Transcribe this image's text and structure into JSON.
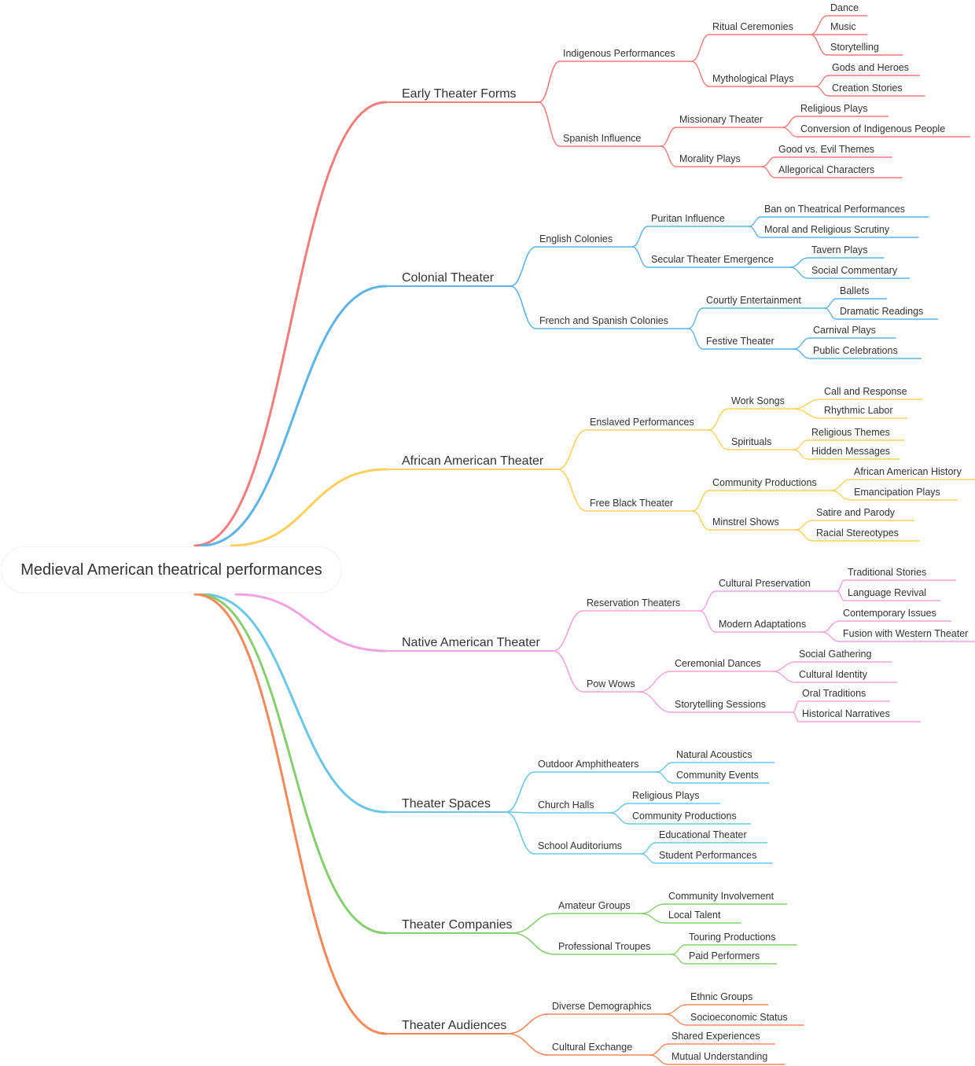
{
  "root": "Medieval American theatrical performances",
  "branches": [
    {
      "label": "Early Theater Forms",
      "color": "#f47c7c",
      "children": [
        {
          "label": "Indigenous Performances",
          "children": [
            {
              "label": "Ritual Ceremonies",
              "children": [
                "Dance",
                "Music",
                "Storytelling"
              ]
            },
            {
              "label": "Mythological Plays",
              "children": [
                "Gods and Heroes",
                "Creation Stories"
              ]
            }
          ]
        },
        {
          "label": "Spanish Influence",
          "children": [
            {
              "label": "Missionary Theater",
              "children": [
                "Religious Plays",
                "Conversion of Indigenous People"
              ]
            },
            {
              "label": "Morality Plays",
              "children": [
                "Good vs. Evil Themes",
                "Allegorical Characters"
              ]
            }
          ]
        }
      ]
    },
    {
      "label": "Colonial Theater",
      "color": "#5db4e6",
      "children": [
        {
          "label": "English Colonies",
          "children": [
            {
              "label": "Puritan Influence",
              "children": [
                "Ban on Theatrical Performances",
                "Moral and Religious Scrutiny"
              ]
            },
            {
              "label": "Secular Theater Emergence",
              "children": [
                "Tavern Plays",
                "Social Commentary"
              ]
            }
          ]
        },
        {
          "label": "French and Spanish Colonies",
          "children": [
            {
              "label": "Courtly Entertainment",
              "children": [
                "Ballets",
                "Dramatic Readings"
              ]
            },
            {
              "label": "Festive Theater",
              "children": [
                "Carnival Plays",
                "Public Celebrations"
              ]
            }
          ]
        }
      ]
    },
    {
      "label": "African American Theater",
      "color": "#fdd05c",
      "children": [
        {
          "label": "Enslaved Performances",
          "children": [
            {
              "label": "Work Songs",
              "children": [
                "Call and Response",
                "Rhythmic Labor"
              ]
            },
            {
              "label": "Spirituals",
              "children": [
                "Religious Themes",
                "Hidden Messages"
              ]
            }
          ]
        },
        {
          "label": "Free Black Theater",
          "children": [
            {
              "label": "Community Productions",
              "children": [
                "African American History",
                "Emancipation Plays"
              ]
            },
            {
              "label": "Minstrel Shows",
              "children": [
                "Satire and Parody",
                "Racial Stereotypes"
              ]
            }
          ]
        }
      ]
    },
    {
      "label": "Native American Theater",
      "color": "#f0a3e0",
      "children": [
        {
          "label": "Reservation Theaters",
          "children": [
            {
              "label": "Cultural Preservation",
              "children": [
                "Traditional Stories",
                "Language Revival"
              ]
            },
            {
              "label": "Modern Adaptations",
              "children": [
                "Contemporary Issues",
                "Fusion with Western Theater"
              ]
            }
          ]
        },
        {
          "label": "Pow Wows",
          "children": [
            {
              "label": "Ceremonial Dances",
              "children": [
                "Social Gathering",
                "Cultural Identity"
              ]
            },
            {
              "label": "Storytelling Sessions",
              "children": [
                "Oral Traditions",
                "Historical Narratives"
              ]
            }
          ]
        }
      ]
    },
    {
      "label": "Theater Spaces",
      "color": "#6ac7e6",
      "children": [
        {
          "label": "Outdoor Amphitheaters",
          "children": [
            "Natural Acoustics",
            "Community Events"
          ]
        },
        {
          "label": "Church Halls",
          "children": [
            "Religious Plays",
            "Community Productions"
          ]
        },
        {
          "label": "School Auditoriums",
          "children": [
            "Educational Theater",
            "Student Performances"
          ]
        }
      ]
    },
    {
      "label": "Theater Companies",
      "color": "#86cf6e",
      "children": [
        {
          "label": "Amateur Groups",
          "children": [
            "Community Involvement",
            "Local Talent"
          ]
        },
        {
          "label": "Professional Troupes",
          "children": [
            "Touring Productions",
            "Paid Performers"
          ]
        }
      ]
    },
    {
      "label": "Theater Audiences",
      "color": "#f5895a",
      "children": [
        {
          "label": "Diverse Demographics",
          "children": [
            "Ethnic Groups",
            "Socioeconomic Status"
          ]
        },
        {
          "label": "Cultural Exchange",
          "children": [
            "Shared Experiences",
            "Mutual Understanding"
          ]
        }
      ]
    }
  ]
}
